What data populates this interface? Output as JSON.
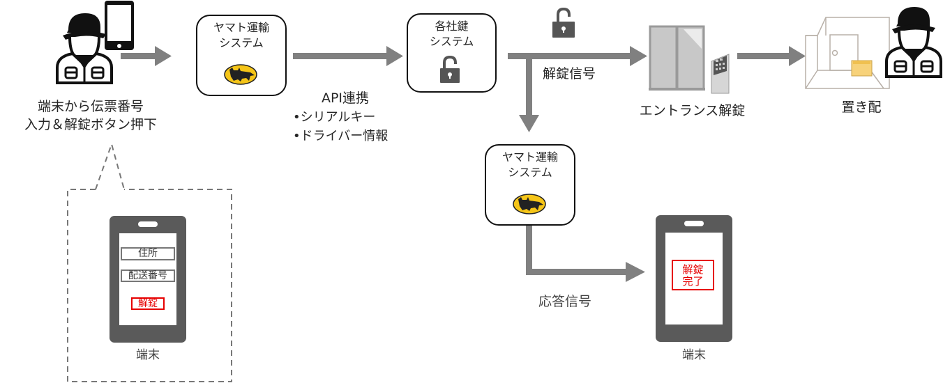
{
  "colors": {
    "arrow": "#808080",
    "outline": "#111111",
    "phone_body": "#5a5a5a",
    "alert_red": "#e60000",
    "yamato_yellow": "#f5c518",
    "box_yellow": "#f7d27a"
  },
  "actors": {
    "driver_start": {
      "icon": "driver-icon",
      "device_icon": "smartphone-icon"
    },
    "driver_end": {
      "icon": "driver-icon"
    }
  },
  "labels": {
    "driver_action_line1": "端末から伝票番号",
    "driver_action_line2": "入力＆解錠ボタン押下",
    "api_title": "API連携",
    "api_item1": "•シリアルキー",
    "api_item2": "•ドライバー情報",
    "unlock_signal": "解錠信号",
    "entrance_unlock": "エントランス解錠",
    "placement_delivery": "置き配",
    "response_signal": "応答信号"
  },
  "systems": {
    "yamato_top": {
      "line1": "ヤマト運輸",
      "line2": "システム",
      "icon": "yamato-cat-logo-icon"
    },
    "key_system": {
      "line1": "各社鍵",
      "line2": "システム",
      "icon": "unlocked-padlock-icon"
    },
    "yamato_bottom": {
      "line1": "ヤマト運輸",
      "line2": "システム",
      "icon": "yamato-cat-logo-icon"
    }
  },
  "terminal_left": {
    "field_address": "住所",
    "field_delivery_number": "配送番号",
    "unlock_button": "解錠",
    "caption": "端末"
  },
  "terminal_right": {
    "status_line1": "解錠",
    "status_line2": "完了",
    "caption": "端末"
  }
}
